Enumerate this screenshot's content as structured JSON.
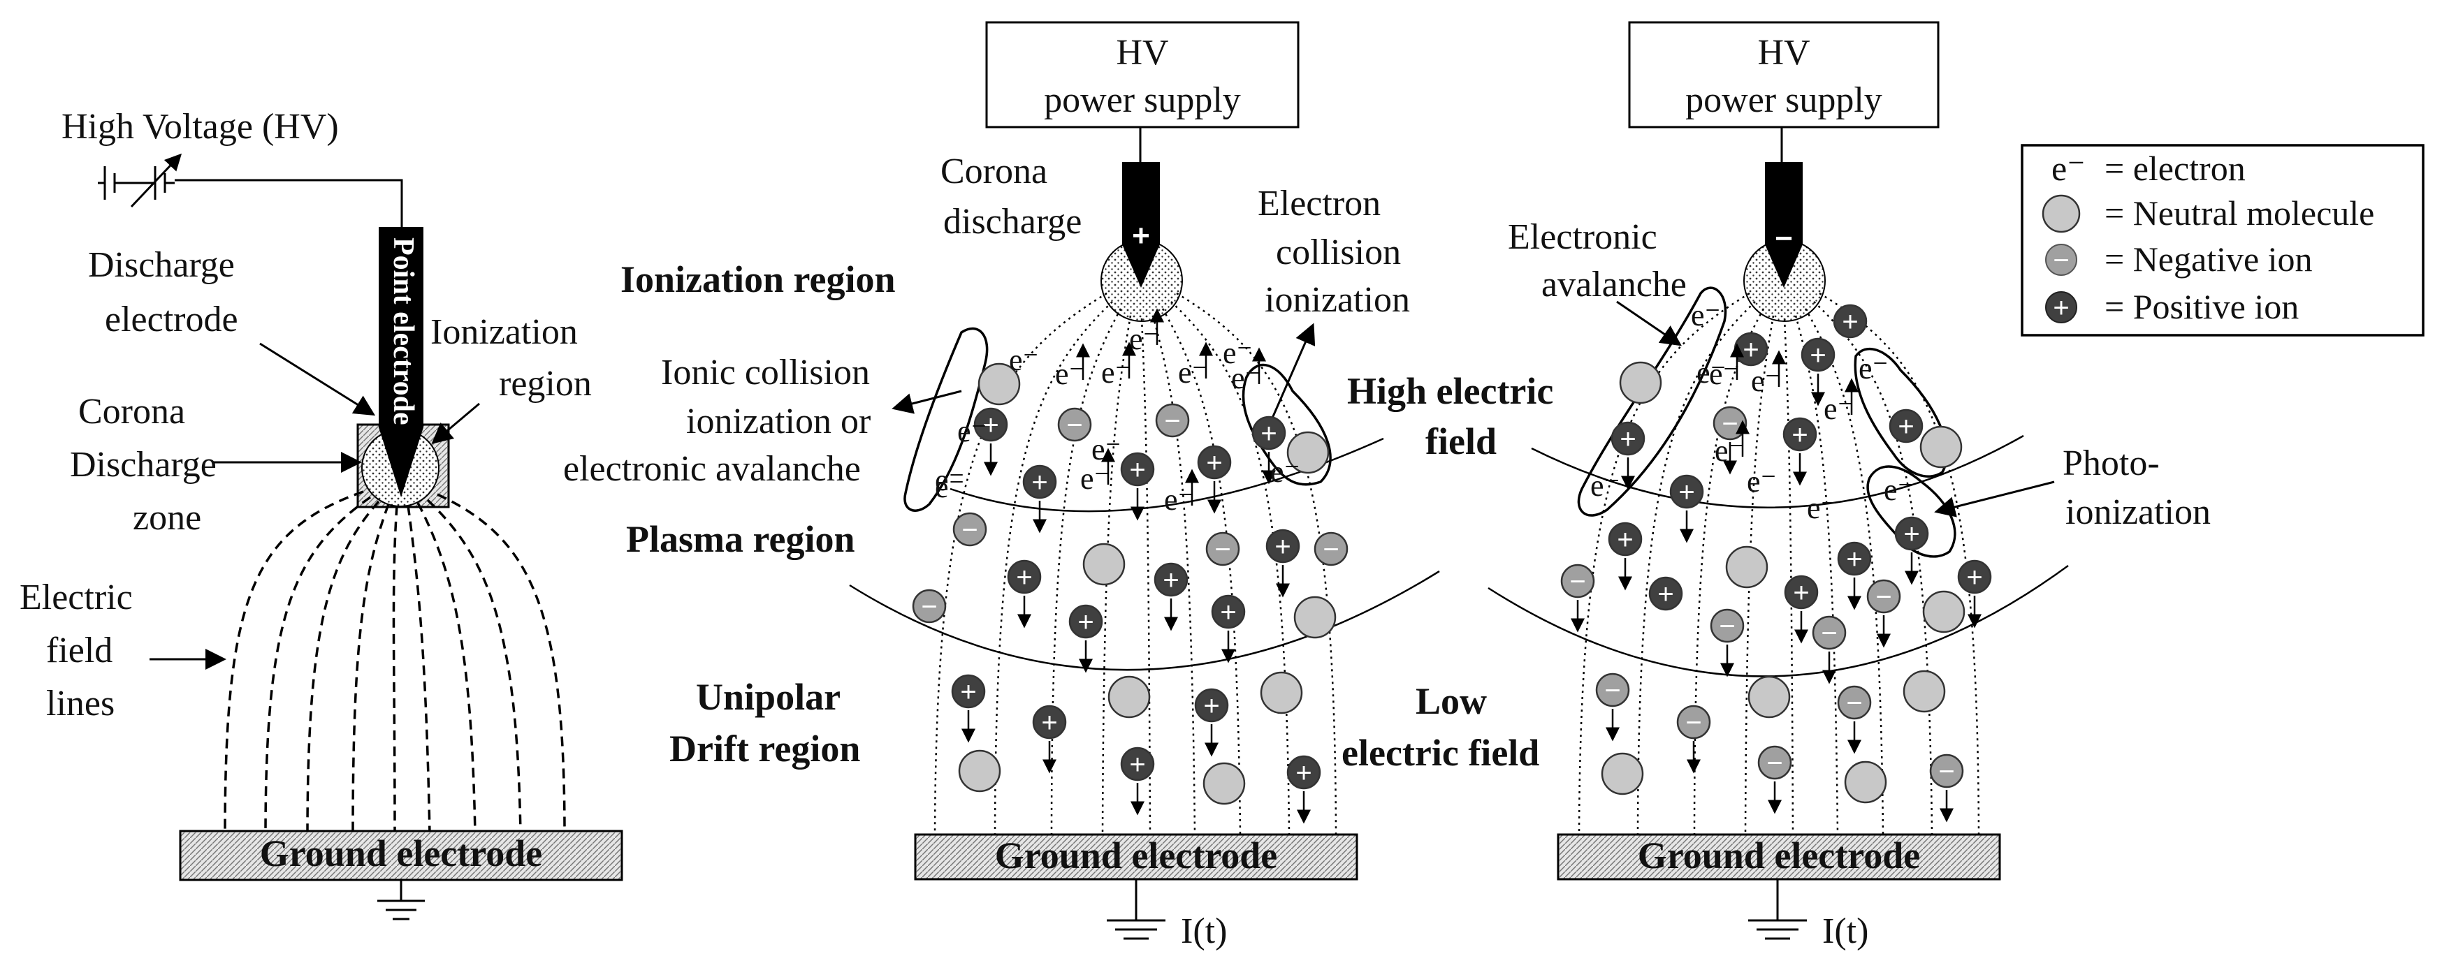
{
  "panel_left": {
    "hv_label": "High Voltage (HV)",
    "point_electrode": "Point electrode",
    "discharge_electrode_1": "Discharge",
    "discharge_electrode_2": "electrode",
    "ionization_region_1": "Ionization",
    "ionization_region_2": "region",
    "corona_zone_1": "Corona",
    "corona_zone_2": "Discharge",
    "corona_zone_3": "zone",
    "field_lines_1": "Electric",
    "field_lines_2": "field",
    "field_lines_3": "lines",
    "ground": "Ground electrode"
  },
  "panel_middle": {
    "hv_1": "HV",
    "hv_2": "power supply",
    "electrode_sign": "+",
    "corona_1": "Corona",
    "corona_2": "discharge",
    "electron_collision_1": "Electron",
    "electron_collision_2": "collision",
    "electron_collision_3": "ionization",
    "ionization_region": "Ionization region",
    "ionic_collision_1": "Ionic collision",
    "ionic_collision_2": "ionization or",
    "ionic_collision_3": "electronic avalanche",
    "plasma_region": "Plasma region",
    "unipolar_1": "Unipolar",
    "unipolar_2": "Drift region",
    "ground": "Ground electrode",
    "current": "I(t)"
  },
  "panel_right": {
    "hv_1": "HV",
    "hv_2": "power supply",
    "electrode_sign": "−",
    "avalanche_1": "Electronic",
    "avalanche_2": "avalanche",
    "high_field_1": "High electric",
    "high_field_2": "field",
    "photo_1": "Photo-",
    "photo_2": "ionization",
    "low_field_1": "Low",
    "low_field_2": "electric field",
    "ground": "Ground electrode",
    "current": "I(t)"
  },
  "legend": {
    "electron_symbol": "e⁻",
    "electron": "= electron",
    "neutral": "= Neutral molecule",
    "negative": "= Negative ion",
    "positive": "= Positive ion"
  },
  "symbols": {
    "electron": "e⁻",
    "plus": "+",
    "minus": "−"
  },
  "colors": {
    "neutral": "#c8c8c8",
    "negative": "#a0a0a0",
    "positive": "#404040",
    "black": "#000000"
  }
}
